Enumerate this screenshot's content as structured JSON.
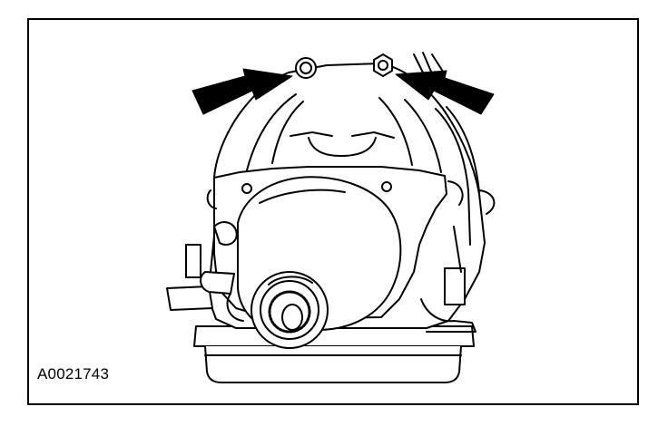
{
  "figure": {
    "id_label": "A0021743"
  },
  "illustration": {
    "subject": "transmission-bellhousing-rear-view",
    "callouts": [
      "arrow-pointing-left-bolt",
      "arrow-pointing-right-bolt"
    ],
    "line_color": "#000000",
    "background_color": "#ffffff"
  }
}
